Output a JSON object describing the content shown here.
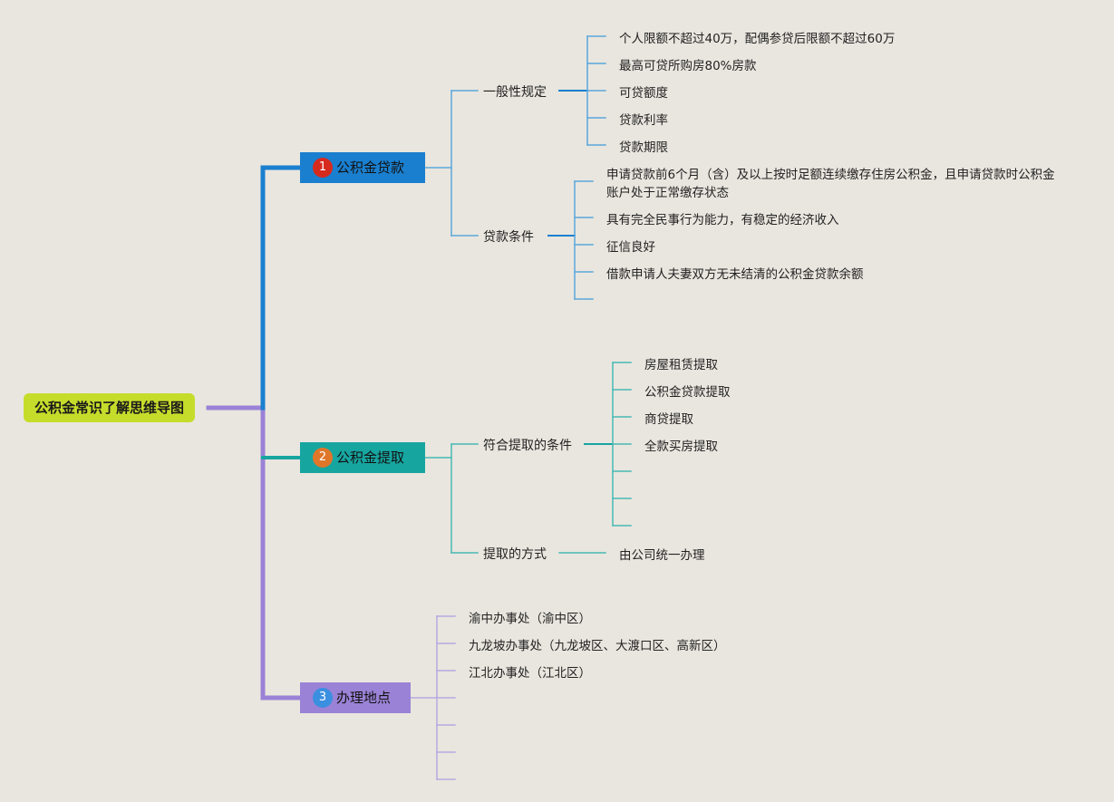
{
  "root": {
    "label": "公积金常识了解思维导图"
  },
  "branches": [
    {
      "number": "1",
      "label": "公积金贷款",
      "color": "#1a7fcf",
      "badge_color": "#d62a1e",
      "subs": [
        {
          "label": "一般性规定",
          "leaves": [
            "个人限额不超过40万，配偶参贷后限额不超过60万",
            "最高可贷所购房80%房款",
            "可贷额度",
            "贷款利率",
            "贷款期限"
          ]
        },
        {
          "label": "贷款条件",
          "leaves": [
            "申请贷款前6个月（含）及以上按时足额连续缴存住房公积金，且申请贷款时公积金账户处于正常缴存状态",
            "具有完全民事行为能力，有稳定的经济收入",
            "征信良好",
            "借款申请人夫妻双方无未结清的公积金贷款余额",
            ""
          ]
        }
      ]
    },
    {
      "number": "2",
      "label": "公积金提取",
      "color": "#17a5a0",
      "badge_color": "#e0762a",
      "subs": [
        {
          "label": "符合提取的条件",
          "leaves": [
            "房屋租赁提取",
            "公积金贷款提取",
            "商贷提取",
            "全款买房提取",
            "",
            "",
            ""
          ]
        },
        {
          "label": "提取的方式",
          "leaves": [
            "由公司统一办理"
          ]
        }
      ]
    },
    {
      "number": "3",
      "label": "办理地点",
      "color": "#9a82d6",
      "badge_color": "#3b8fe0",
      "leaves": [
        "渝中办事处（渝中区）",
        "九龙坡办事处（九龙坡区、大渡口区、高新区）",
        "江北办事处（江北区）",
        "",
        "",
        "",
        ""
      ]
    }
  ]
}
